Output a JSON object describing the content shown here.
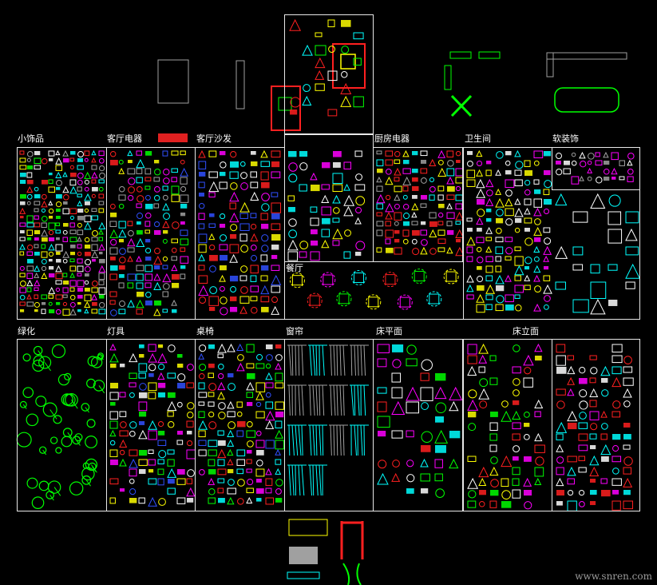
{
  "labels": {
    "small_items": "小饰品",
    "living_appliances": "客厅电器",
    "living_sofa": "客厅沙发",
    "kitchen_appliances": "厨房电器",
    "bathroom": "卫生间",
    "soft_decor": "软装饰",
    "dining": "餐厅",
    "greenery": "绿化",
    "lamps": "灯具",
    "tables_chairs": "桌椅",
    "curtains": "窗帘",
    "bed_plan": "床平面",
    "bed_elevation": "床立面"
  },
  "red_tag": "",
  "watermark": "www.snren.com",
  "colors": {
    "panel_border": "#e8e8e8",
    "cyan": "#00ffff",
    "yellow": "#ffff00",
    "green": "#00ff00",
    "magenta": "#ff00ff",
    "red": "#ff2020",
    "blue": "#3050ff",
    "white": "#ffffff",
    "grey": "#a0a0a0"
  }
}
